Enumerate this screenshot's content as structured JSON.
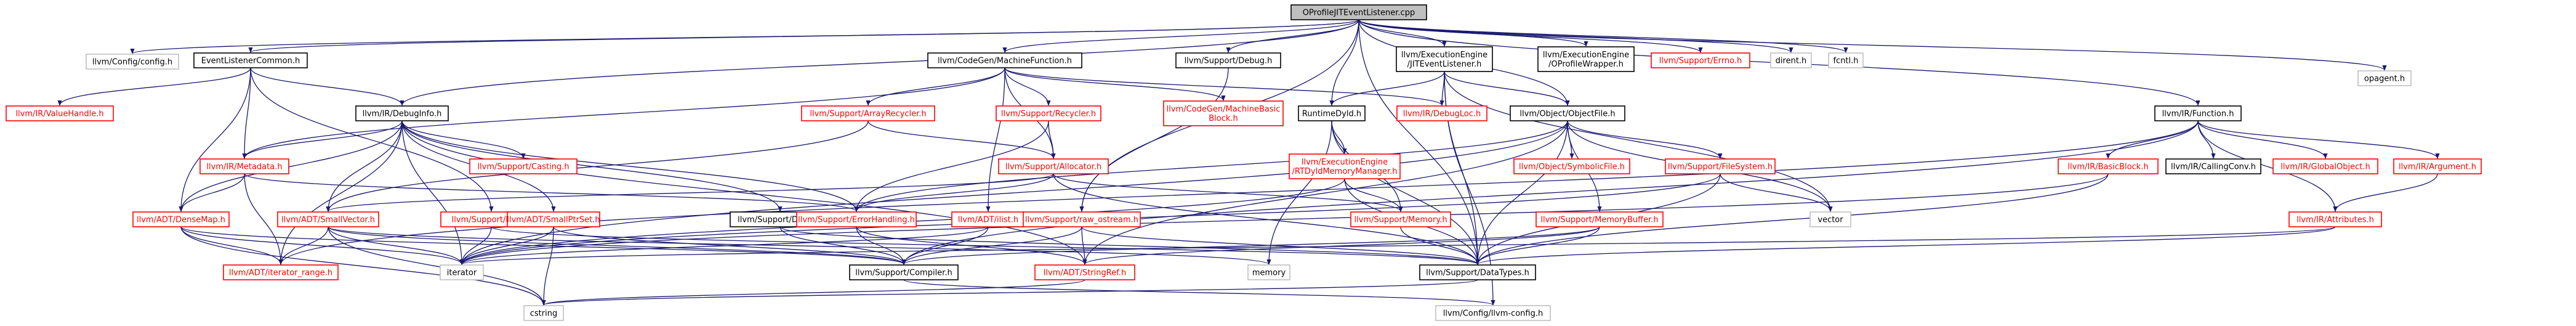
{
  "colors": {
    "edge": "#191970",
    "root_fill": "#bfbfbf",
    "root_border": "#000000",
    "linked_border": "#000000",
    "linked_text": "#000000",
    "red_border": "#ff0000",
    "red_text": "#ff0000",
    "plain_border": "#bfbfbf",
    "plain_text": "#000000",
    "node_fill": "#ffffff"
  },
  "graph": {
    "nodes": [
      {
        "id": "root",
        "lines": [
          "OProfileJITEventListener.cpp"
        ],
        "style": "root"
      },
      {
        "id": "config",
        "lines": [
          "llvm/Config/config.h"
        ],
        "style": "plain"
      },
      {
        "id": "elc",
        "lines": [
          "EventListenerCommon.h"
        ],
        "style": "linked"
      },
      {
        "id": "valuehandle",
        "lines": [
          "llvm/IR/ValueHandle.h"
        ],
        "style": "red"
      },
      {
        "id": "debuginfo",
        "lines": [
          "llvm/IR/DebugInfo.h"
        ],
        "style": "linked"
      },
      {
        "id": "cgmf",
        "lines": [
          "llvm/CodeGen/MachineFunction.h"
        ],
        "style": "linked"
      },
      {
        "id": "sdebug",
        "lines": [
          "llvm/Support/Debug.h"
        ],
        "style": "linked"
      },
      {
        "id": "ejel",
        "lines": [
          "llvm/ExecutionEngine",
          "/JITEventListener.h"
        ],
        "style": "linked"
      },
      {
        "id": "eeow",
        "lines": [
          "llvm/ExecutionEngine",
          "/OProfileWrapper.h"
        ],
        "style": "linked"
      },
      {
        "id": "errno",
        "lines": [
          "llvm/Support/Errno.h"
        ],
        "style": "red"
      },
      {
        "id": "dirent",
        "lines": [
          "dirent.h"
        ],
        "style": "plain"
      },
      {
        "id": "fcntl",
        "lines": [
          "fcntl.h"
        ],
        "style": "plain"
      },
      {
        "id": "opagent",
        "lines": [
          "opagent.h"
        ],
        "style": "plain"
      },
      {
        "id": "irfunction",
        "lines": [
          "llvm/IR/Function.h"
        ],
        "style": "linked"
      },
      {
        "id": "objfile",
        "lines": [
          "llvm/Object/ObjectFile.h"
        ],
        "style": "linked"
      },
      {
        "id": "runtimedyld",
        "lines": [
          "RuntimeDyld.h"
        ],
        "style": "linked"
      },
      {
        "id": "debugloc",
        "lines": [
          "llvm/IR/DebugLoc.h"
        ],
        "style": "red"
      },
      {
        "id": "cgmbb",
        "lines": [
          "llvm/CodeGen/MachineBasic",
          "Block.h"
        ],
        "style": "red"
      },
      {
        "id": "recycler",
        "lines": [
          "llvm/Support/Recycler.h"
        ],
        "style": "red"
      },
      {
        "id": "arrayrecycler",
        "lines": [
          "llvm/Support/ArrayRecycler.h"
        ],
        "style": "red"
      },
      {
        "id": "metadata",
        "lines": [
          "llvm/IR/Metadata.h"
        ],
        "style": "red"
      },
      {
        "id": "casting",
        "lines": [
          "llvm/Support/Casting.h"
        ],
        "style": "red"
      },
      {
        "id": "allocator",
        "lines": [
          "llvm/Support/Allocator.h"
        ],
        "style": "red"
      },
      {
        "id": "rtdmm",
        "lines": [
          "llvm/ExecutionEngine",
          "/RTDyldMemoryManager.h"
        ],
        "style": "red"
      },
      {
        "id": "symbolicfile",
        "lines": [
          "llvm/Object/SymbolicFile.h"
        ],
        "style": "red"
      },
      {
        "id": "filesystem",
        "lines": [
          "llvm/Support/FileSystem.h"
        ],
        "style": "red"
      },
      {
        "id": "basicblock",
        "lines": [
          "llvm/IR/BasicBlock.h"
        ],
        "style": "red"
      },
      {
        "id": "callingconv",
        "lines": [
          "llvm/IR/CallingConv.h"
        ],
        "style": "linked"
      },
      {
        "id": "globalobject",
        "lines": [
          "llvm/IR/GlobalObject.h"
        ],
        "style": "red"
      },
      {
        "id": "argument",
        "lines": [
          "llvm/IR/Argument.h"
        ],
        "style": "red"
      },
      {
        "id": "densemap",
        "lines": [
          "llvm/ADT/DenseMap.h"
        ],
        "style": "red"
      },
      {
        "id": "smallvector",
        "lines": [
          "llvm/ADT/SmallVector.h"
        ],
        "style": "red"
      },
      {
        "id": "path",
        "lines": [
          "llvm/Support/Path.h"
        ],
        "style": "red"
      },
      {
        "id": "smallptrset",
        "lines": [
          "llvm/ADT/SmallPtrSet.h"
        ],
        "style": "red"
      },
      {
        "id": "dwarf",
        "lines": [
          "llvm/Support/Dwarf.h"
        ],
        "style": "linked"
      },
      {
        "id": "errorhandling",
        "lines": [
          "llvm/Support/ErrorHandling.h"
        ],
        "style": "red"
      },
      {
        "id": "ilist",
        "lines": [
          "llvm/ADT/ilist.h"
        ],
        "style": "red"
      },
      {
        "id": "rawostream",
        "lines": [
          "llvm/Support/raw_ostream.h"
        ],
        "style": "red"
      },
      {
        "id": "memory",
        "lines": [
          "llvm/Support/Memory.h"
        ],
        "style": "red"
      },
      {
        "id": "vector",
        "lines": [
          "vector"
        ],
        "style": "plain"
      },
      {
        "id": "memorybuffer",
        "lines": [
          "llvm/Support/MemoryBuffer.h"
        ],
        "style": "red"
      },
      {
        "id": "attributes",
        "lines": [
          "llvm/IR/Attributes.h"
        ],
        "style": "red"
      },
      {
        "id": "iterrange",
        "lines": [
          "llvm/ADT/iterator_range.h"
        ],
        "style": "red"
      },
      {
        "id": "iterator",
        "lines": [
          "iterator"
        ],
        "style": "plain"
      },
      {
        "id": "compiler",
        "lines": [
          "llvm/Support/Compiler.h"
        ],
        "style": "linked"
      },
      {
        "id": "memoryhdr",
        "lines": [
          "memory"
        ],
        "style": "plain"
      },
      {
        "id": "stringref",
        "lines": [
          "llvm/ADT/StringRef.h"
        ],
        "style": "red"
      },
      {
        "id": "datatypes",
        "lines": [
          "llvm/Support/DataTypes.h"
        ],
        "style": "linked"
      },
      {
        "id": "cstring",
        "lines": [
          "cstring"
        ],
        "style": "plain"
      },
      {
        "id": "llvmconfig",
        "lines": [
          "llvm/Config/llvm-config.h"
        ],
        "style": "plain"
      }
    ],
    "edges": [
      [
        "root",
        "config"
      ],
      [
        "root",
        "elc"
      ],
      [
        "root",
        "debuginfo"
      ],
      [
        "root",
        "cgmf"
      ],
      [
        "root",
        "sdebug"
      ],
      [
        "root",
        "ejel"
      ],
      [
        "root",
        "eeow"
      ],
      [
        "root",
        "errno"
      ],
      [
        "root",
        "dirent"
      ],
      [
        "root",
        "fcntl"
      ],
      [
        "root",
        "opagent"
      ],
      [
        "root",
        "irfunction"
      ],
      [
        "root",
        "objfile"
      ],
      [
        "root",
        "runtimedyld"
      ],
      [
        "root",
        "rawostream"
      ],
      [
        "root",
        "datatypes"
      ],
      [
        "elc",
        "valuehandle"
      ],
      [
        "elc",
        "debuginfo"
      ],
      [
        "elc",
        "metadata"
      ],
      [
        "elc",
        "densemap"
      ],
      [
        "elc",
        "path"
      ],
      [
        "debuginfo",
        "metadata"
      ],
      [
        "debuginfo",
        "casting"
      ],
      [
        "debuginfo",
        "densemap"
      ],
      [
        "debuginfo",
        "smallvector"
      ],
      [
        "debuginfo",
        "smallptrset"
      ],
      [
        "debuginfo",
        "dwarf"
      ],
      [
        "debuginfo",
        "errorhandling"
      ],
      [
        "debuginfo",
        "iterrange"
      ],
      [
        "debuginfo",
        "iterator"
      ],
      [
        "debuginfo",
        "stringref"
      ],
      [
        "cgmf",
        "metadata"
      ],
      [
        "cgmf",
        "arrayrecycler"
      ],
      [
        "cgmf",
        "recycler"
      ],
      [
        "cgmf",
        "allocator"
      ],
      [
        "cgmf",
        "cgmbb"
      ],
      [
        "cgmf",
        "debugloc"
      ],
      [
        "cgmf",
        "ilist"
      ],
      [
        "sdebug",
        "rawostream"
      ],
      [
        "ejel",
        "runtimedyld"
      ],
      [
        "ejel",
        "debugloc"
      ],
      [
        "ejel",
        "objfile"
      ],
      [
        "ejel",
        "datatypes"
      ],
      [
        "ejel",
        "llvmconfig"
      ],
      [
        "ejel",
        "vector"
      ],
      [
        "irfunction",
        "basicblock"
      ],
      [
        "irfunction",
        "callingconv"
      ],
      [
        "irfunction",
        "globalobject"
      ],
      [
        "irfunction",
        "argument"
      ],
      [
        "irfunction",
        "attributes"
      ],
      [
        "irfunction",
        "compiler"
      ],
      [
        "irfunction",
        "iterrange"
      ],
      [
        "objfile",
        "symbolicfile"
      ],
      [
        "objfile",
        "filesystem"
      ],
      [
        "objfile",
        "memorybuffer"
      ],
      [
        "objfile",
        "errorhandling"
      ],
      [
        "objfile",
        "stringref"
      ],
      [
        "objfile",
        "datatypes"
      ],
      [
        "objfile",
        "vector"
      ],
      [
        "objfile",
        "iterator"
      ],
      [
        "runtimedyld",
        "rtdmm"
      ],
      [
        "runtimedyld",
        "memory"
      ],
      [
        "runtimedyld",
        "memoryhdr"
      ],
      [
        "runtimedyld",
        "datatypes"
      ],
      [
        "recycler",
        "allocator"
      ],
      [
        "recycler",
        "errorhandling"
      ],
      [
        "arrayrecycler",
        "allocator"
      ],
      [
        "arrayrecycler",
        "smallvector"
      ],
      [
        "metadata",
        "densemap"
      ],
      [
        "metadata",
        "iterrange"
      ],
      [
        "metadata",
        "errorhandling"
      ],
      [
        "densemap",
        "iterator"
      ],
      [
        "densemap",
        "iterrange"
      ],
      [
        "densemap",
        "compiler"
      ],
      [
        "densemap",
        "cstring"
      ],
      [
        "allocator",
        "errorhandling"
      ],
      [
        "allocator",
        "memory"
      ],
      [
        "allocator",
        "smallvector"
      ],
      [
        "allocator",
        "datatypes"
      ],
      [
        "smallvector",
        "compiler"
      ],
      [
        "smallvector",
        "iterrange"
      ],
      [
        "smallvector",
        "iterator"
      ],
      [
        "smallvector",
        "memoryhdr"
      ],
      [
        "smallvector",
        "cstring"
      ],
      [
        "path",
        "iterator"
      ],
      [
        "path",
        "datatypes"
      ],
      [
        "smallptrset",
        "compiler"
      ],
      [
        "smallptrset",
        "iterator"
      ],
      [
        "smallptrset",
        "cstring"
      ],
      [
        "dwarf",
        "compiler"
      ],
      [
        "dwarf",
        "datatypes"
      ],
      [
        "errorhandling",
        "compiler"
      ],
      [
        "errorhandling",
        "stringref"
      ],
      [
        "ilist",
        "iterator"
      ],
      [
        "ilist",
        "compiler"
      ],
      [
        "rawostream",
        "compiler"
      ],
      [
        "rawostream",
        "stringref"
      ],
      [
        "rawostream",
        "datatypes"
      ],
      [
        "rtdmm",
        "memory"
      ],
      [
        "rtdmm",
        "datatypes"
      ],
      [
        "rtdmm",
        "iterator"
      ],
      [
        "memory",
        "datatypes"
      ],
      [
        "filesystem",
        "datatypes"
      ],
      [
        "filesystem",
        "vector"
      ],
      [
        "filesystem",
        "iterator"
      ],
      [
        "memorybuffer",
        "datatypes"
      ],
      [
        "memorybuffer",
        "compiler"
      ],
      [
        "memorybuffer",
        "stringref"
      ],
      [
        "basicblock",
        "datatypes"
      ],
      [
        "basicblock",
        "iterator"
      ],
      [
        "argument",
        "attributes"
      ],
      [
        "attributes",
        "iterator"
      ],
      [
        "attributes",
        "datatypes"
      ],
      [
        "compiler",
        "llvmconfig"
      ],
      [
        "stringref",
        "cstring"
      ],
      [
        "datatypes",
        "cstring"
      ]
    ]
  }
}
